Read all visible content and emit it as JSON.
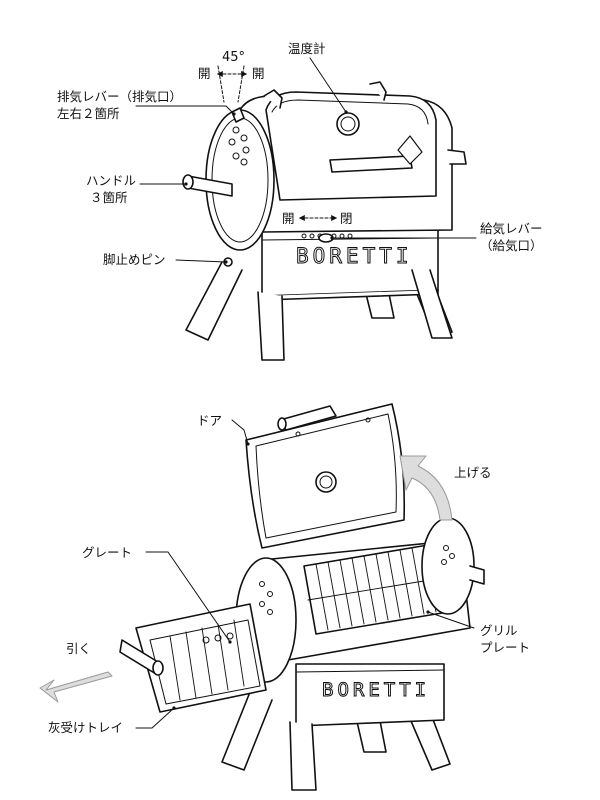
{
  "top": {
    "angle": "45°",
    "vent_open_left": "開",
    "vent_open_right": "開",
    "exhaust_lever": [
      "排気レバー（排気口）",
      "左右２箇所"
    ],
    "thermometer": "温度計",
    "handle": [
      "ハンドル",
      "３箇所"
    ],
    "intake_open": "開",
    "intake_close": "閉",
    "intake_lever": [
      "給気レバー",
      "（給気口）"
    ],
    "leg_pin": "脚止めピン",
    "brand": "BORETTI"
  },
  "bottom": {
    "door": "ドア",
    "lift": "上げる",
    "grate": "グレート",
    "grill_plate": [
      "グリル",
      "プレート"
    ],
    "pull": "引く",
    "ash_tray": "灰受けトレイ",
    "brand": "BORETTI"
  }
}
